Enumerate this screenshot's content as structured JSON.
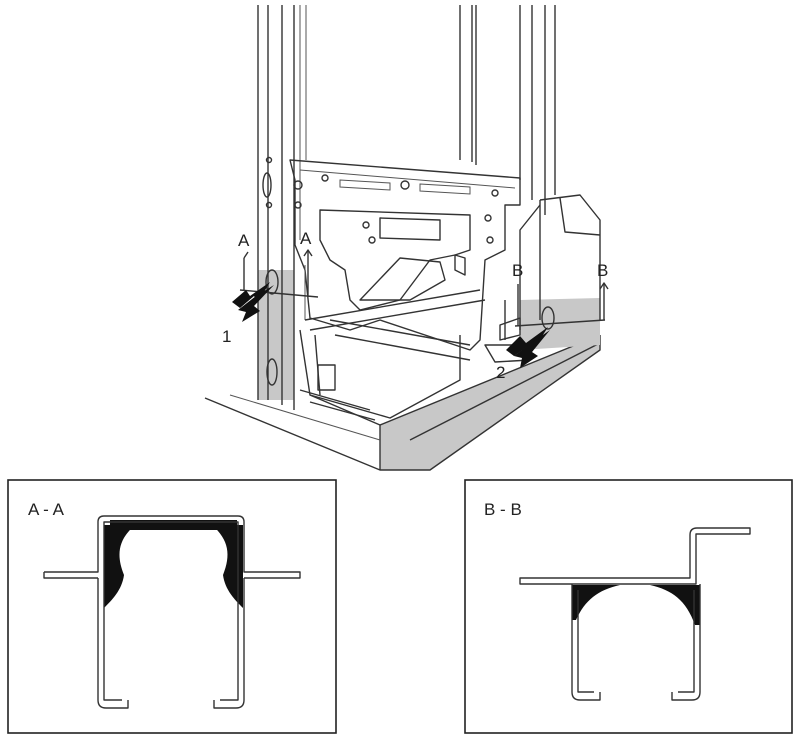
{
  "main_view": {
    "section_a_label_1": "A",
    "section_a_label_2": "A",
    "section_b_label_1": "B",
    "section_b_label_2": "B",
    "weld_point_1": "1",
    "weld_point_2": "2",
    "fill_color": "#c8c8c8",
    "line_color": "#333333"
  },
  "panels": [
    {
      "title": "A - A"
    },
    {
      "title": "B - B"
    }
  ]
}
